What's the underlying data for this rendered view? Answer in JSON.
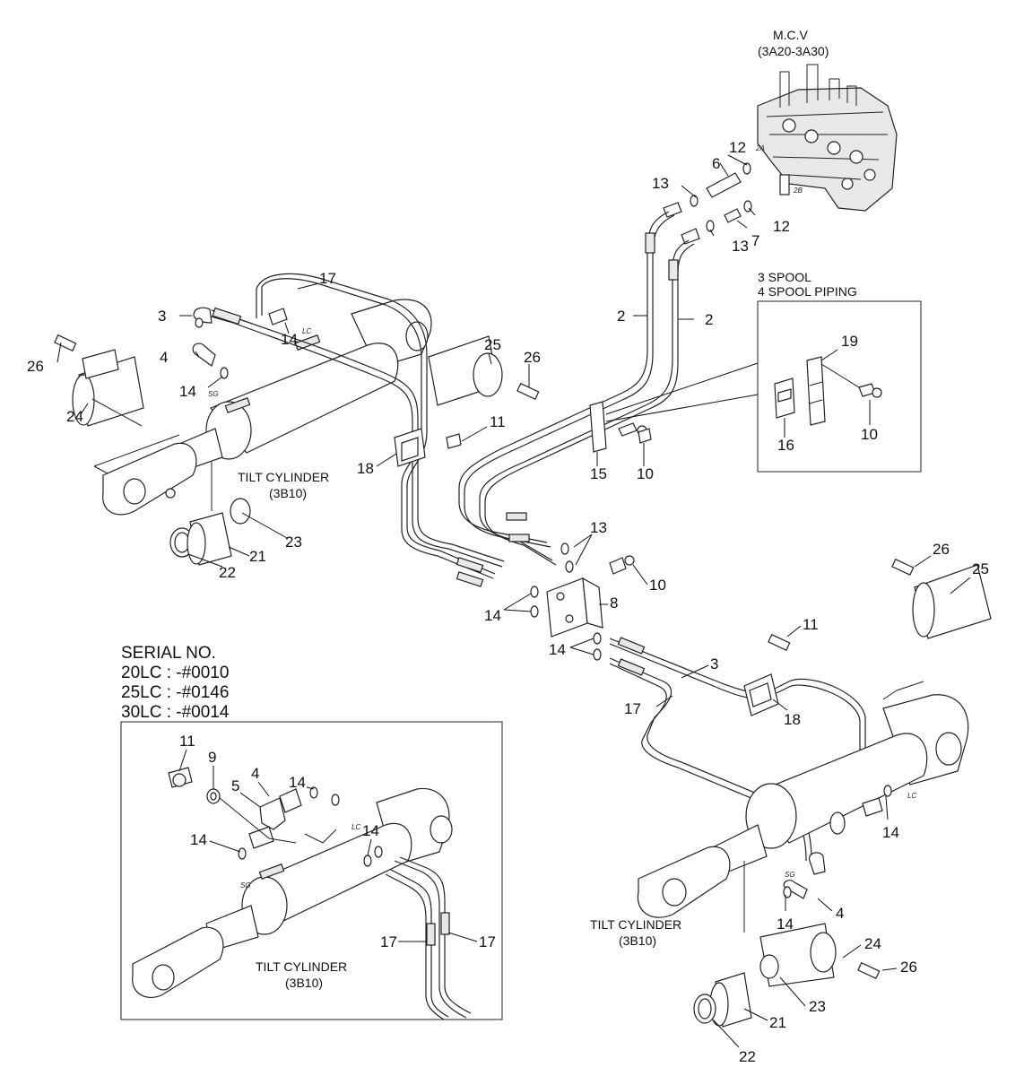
{
  "mcv": {
    "title": "M.C.V",
    "code": "(3A20-3A30)",
    "port_a": "2A",
    "port_b": "2B"
  },
  "spool_box": {
    "line1": "3 SPOOL",
    "line2": "4 SPOOL PIPING"
  },
  "serial": {
    "heading": "SERIAL NO.",
    "lines": [
      "20LC : -#0010",
      "25LC : -#0146",
      "30LC : -#0014"
    ]
  },
  "tilt_left": {
    "name": "TILT CYLINDER",
    "code": "(3B10)"
  },
  "tilt_right": {
    "name": "TILT CYLINDER",
    "code": "(3B10)"
  },
  "tilt_inset": {
    "name": "TILT CYLINDER",
    "code": "(3B10)"
  },
  "marks": {
    "lc": "LC",
    "sg": "SG"
  },
  "callouts": {
    "c12a": "12",
    "c6": "6",
    "c13a": "13",
    "c12b": "12",
    "c7": "7",
    "c13b": "13",
    "c2a": "2",
    "c2b": "2",
    "c19": "19",
    "c16": "16",
    "c10a": "10",
    "c17a": "17",
    "c3a": "3",
    "c14a": "14",
    "c4a": "4",
    "c14b": "14",
    "c26a": "26",
    "c24a": "24",
    "c25a": "25",
    "c26b": "26",
    "c11a": "11",
    "c18a": "18",
    "c15": "15",
    "c10b": "10",
    "c23a": "23",
    "c21a": "21",
    "c22a": "22",
    "c13c": "13",
    "c10c": "10",
    "c8": "8",
    "c14c": "14",
    "c14d": "14",
    "c26c": "26",
    "c25b": "25",
    "c11b": "11",
    "c3b": "3",
    "c17b": "17",
    "c18b": "18",
    "c14e": "14",
    "c14f": "14",
    "c4b": "4",
    "c24b": "24",
    "c26d": "26",
    "c23b": "23",
    "c21b": "21",
    "c22b": "22",
    "c11c": "11",
    "c9": "9",
    "c4c": "4",
    "c5": "5",
    "c14g": "14",
    "c14h": "14",
    "c14i": "14",
    "c17c": "17",
    "c17d": "17"
  }
}
